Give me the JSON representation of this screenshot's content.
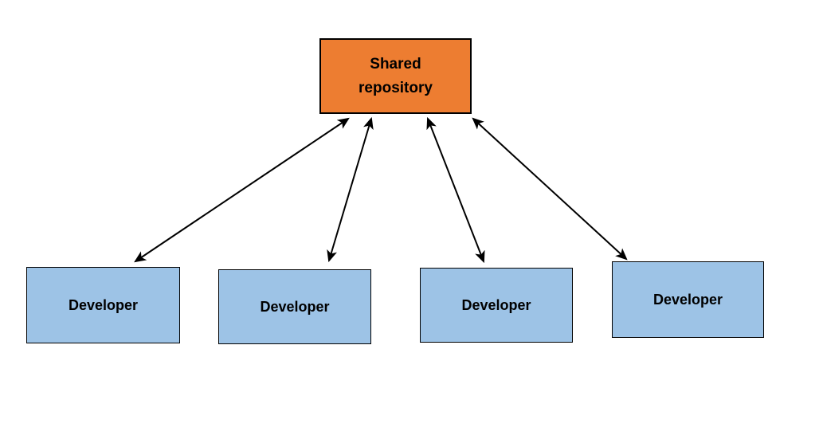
{
  "diagram": {
    "type": "node-link-diagram",
    "background": "#FFFFFF",
    "nodes": {
      "repository": {
        "id": "shared-repository",
        "label": "Shared repository",
        "fill": "#ED7D31",
        "border_color": "#000000",
        "text_color": "#000000"
      },
      "developers": [
        {
          "id": "developer-1",
          "label": "Developer"
        },
        {
          "id": "developer-2",
          "label": "Developer"
        },
        {
          "id": "developer-3",
          "label": "Developer"
        },
        {
          "id": "developer-4",
          "label": "Developer"
        }
      ],
      "developer_fill": "#9DC3E6",
      "developer_border_color": "#000000"
    },
    "edges": [
      {
        "from": "shared-repository",
        "to": "developer-1",
        "arrow": "bidirectional",
        "color": "#000000"
      },
      {
        "from": "shared-repository",
        "to": "developer-2",
        "arrow": "bidirectional",
        "color": "#000000"
      },
      {
        "from": "shared-repository",
        "to": "developer-3",
        "arrow": "bidirectional",
        "color": "#000000"
      },
      {
        "from": "shared-repository",
        "to": "developer-4",
        "arrow": "bidirectional",
        "color": "#000000"
      }
    ]
  }
}
